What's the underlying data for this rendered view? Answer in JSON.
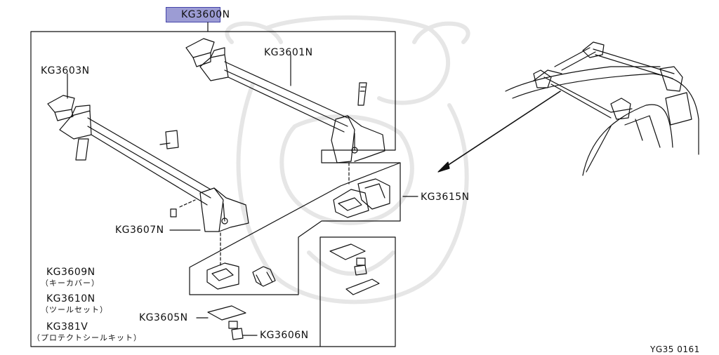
{
  "parts": {
    "kit": "KG3600N",
    "right_bar": "KG3601N",
    "left_bar": "KG3603N",
    "foot": "KG3607N",
    "adapter": "KG3615N",
    "key_cover_code": "KG3609N",
    "key_cover_desc": "（キーカバー）",
    "tool_set_code": "KG3610N",
    "tool_set_desc": "（ツールセット）",
    "seal_kit_code": "KG381V",
    "seal_kit_desc": "（プロテクトシールキット）",
    "seal": "KG3605N",
    "seal_small": "KG3606N"
  },
  "figure_id": "YG35  0161",
  "highlight_color": "#9c9cd4"
}
